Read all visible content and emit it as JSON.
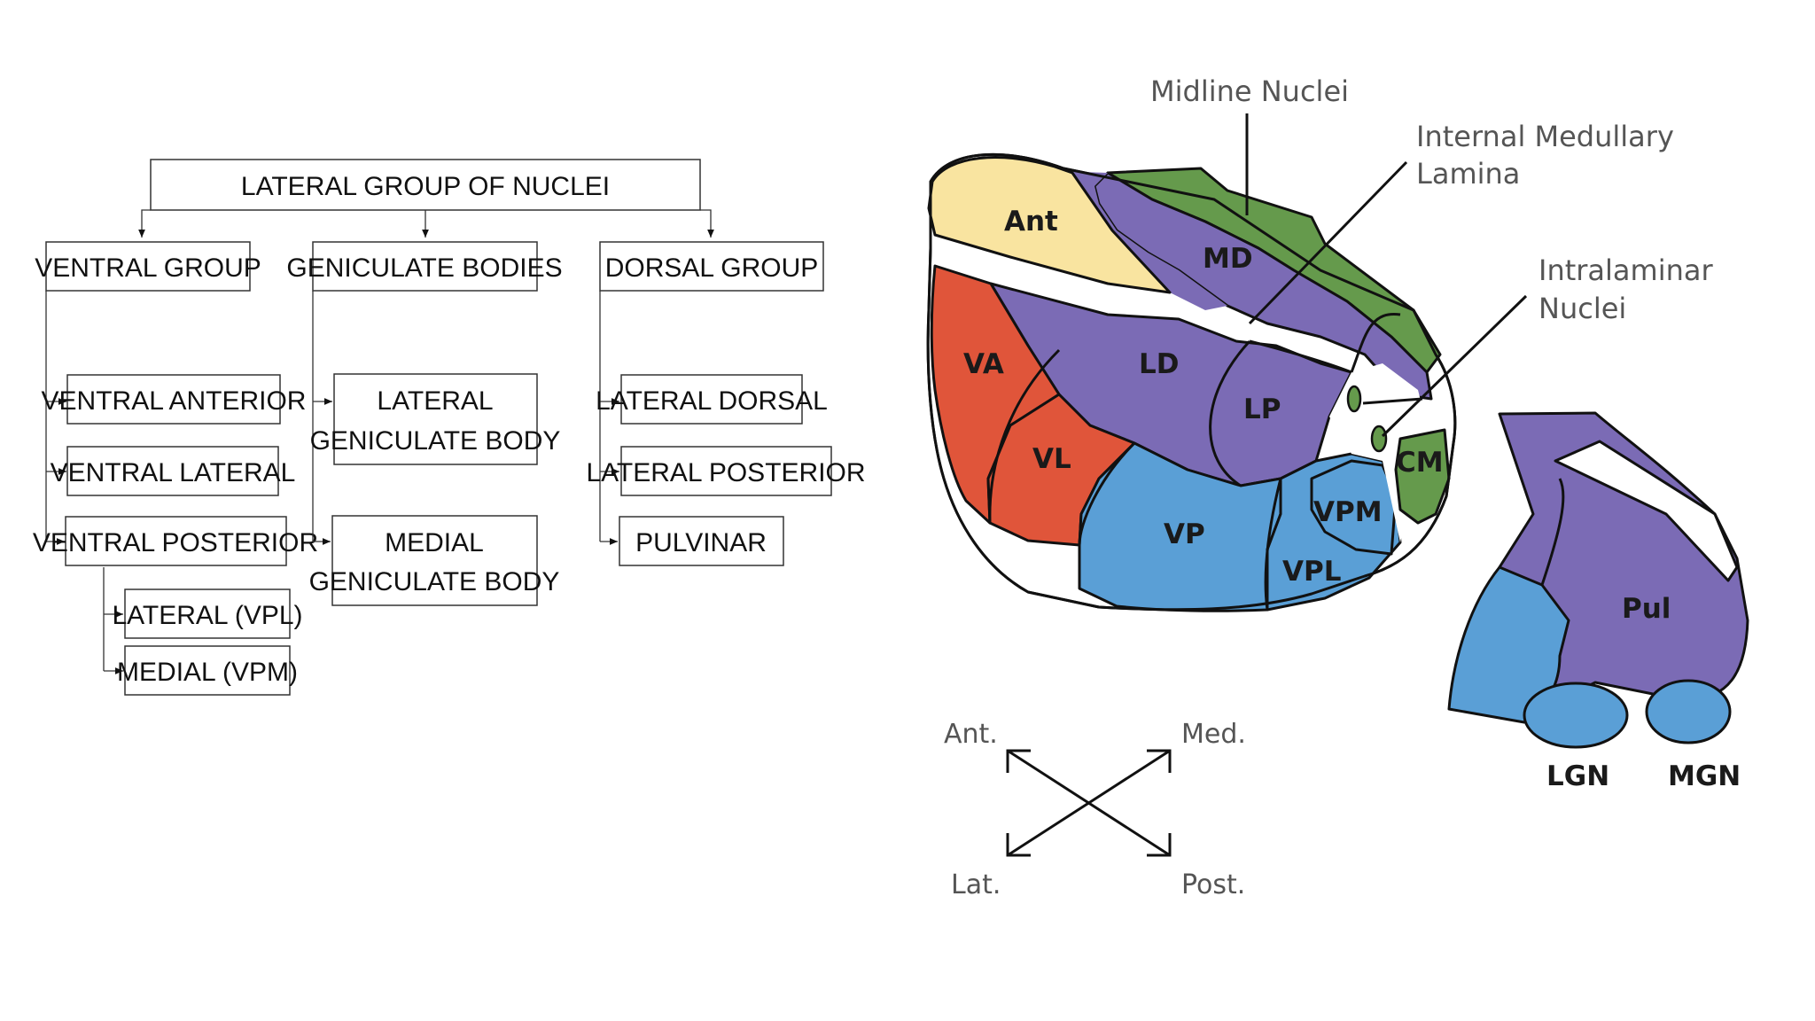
{
  "flowchart": {
    "root": "LATERAL GROUP OF NUCLEI",
    "groups": [
      {
        "label": "VENTRAL GROUP",
        "children": [
          "VENTRAL ANTERIOR",
          "VENTRAL LATERAL",
          "VENTRAL POSTERIOR"
        ],
        "subchildren": [
          "LATERAL (VPL)",
          "MEDIAL (VPM)"
        ]
      },
      {
        "label": "GENICULATE BODIES",
        "children": [
          [
            "LATERAL",
            "GENICULATE BODY"
          ],
          [
            "MEDIAL",
            "GENICULATE BODY"
          ]
        ]
      },
      {
        "label": "DORSAL GROUP",
        "children": [
          "LATERAL DORSAL",
          "LATERAL POSTERIOR",
          "PULVINAR"
        ]
      }
    ]
  },
  "illustration": {
    "colors": {
      "anterior": "#f9e4a0",
      "medial": "#7b6bb5",
      "midline": "#659a4c",
      "red": "#e0553a",
      "blue": "#5a9fd6",
      "outline": "#111111"
    },
    "region_labels": {
      "ant": "Ant",
      "md": "MD",
      "va": "VA",
      "ld": "LD",
      "lp": "LP",
      "vl": "VL",
      "vp": "VP",
      "vpm": "VPM",
      "vpl": "VPL",
      "cm": "CM",
      "pul": "Pul",
      "lgn": "LGN",
      "mgn": "MGN"
    },
    "callouts": {
      "midline": "Midline Nuclei",
      "internal_medullary_1": "Internal Medullary",
      "internal_medullary_2": "Lamina",
      "intralaminar_1": "Intralaminar",
      "intralaminar_2": "Nuclei"
    },
    "orientation": {
      "ant": "Ant.",
      "med": "Med.",
      "lat": "Lat.",
      "post": "Post."
    }
  }
}
